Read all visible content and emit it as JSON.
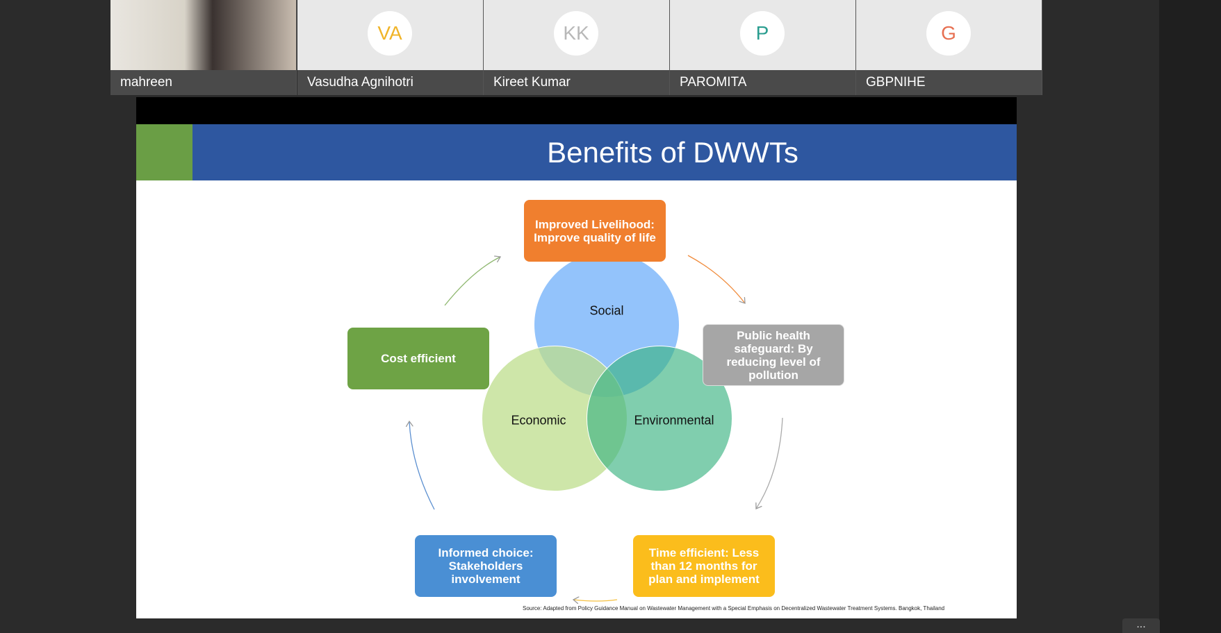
{
  "participants": [
    {
      "name": "mahreen",
      "video": true
    },
    {
      "name": "Vasudha Agnihotri",
      "initials": "VA",
      "color": "#f0b429"
    },
    {
      "name": "Kireet Kumar",
      "initials": "KK",
      "color": "#b8b8b8"
    },
    {
      "name": "PAROMITA",
      "initials": "P",
      "color": "#2a9d8f"
    },
    {
      "name": "GBPNIHE",
      "initials": "G",
      "color": "#e76f51"
    }
  ],
  "slide": {
    "title": "Benefits of DWWTs",
    "boxes": {
      "livelihood": "Improved Livelihood: Improve quality of life",
      "health": "Public health safeguard: By reducing level of pollution",
      "time": "Time efficient: Less than 12 months for plan and implement",
      "informed": "Informed choice: Stakeholders involvement",
      "cost": "Cost efficient"
    },
    "circles": {
      "social": "Social",
      "economic": "Economic",
      "environmental": "Environmental"
    },
    "source": "Source: Adapted from Policy Guidance Manual on Wastewater Management with a Special Emphasis on Decentralized Wastewater Treatment Systems. Bangkok, Thailand"
  },
  "more_label": "..."
}
